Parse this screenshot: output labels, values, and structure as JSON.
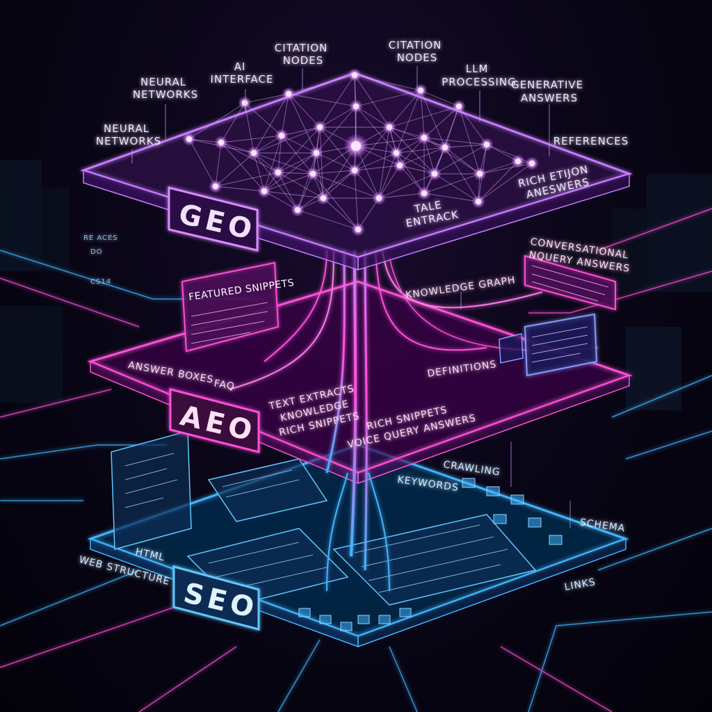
{
  "layers": {
    "geo": {
      "badge": "GEO",
      "labels": {
        "neural_networks_top": [
          "NEURAL",
          "NETWORKS"
        ],
        "neural_networks_left": [
          "NEURAL",
          "NETWORKS"
        ],
        "ai_interface": [
          "AI",
          "INTERFACE"
        ],
        "citation_nodes_a": [
          "CITATION",
          "NODES"
        ],
        "citation_nodes_b": [
          "CITATION",
          "NODES"
        ],
        "llm_processing": [
          "LLM",
          "PROCESSING"
        ],
        "generative_answers": [
          "GENERATIVE",
          "ANSWERS"
        ],
        "references": "REFERENCES",
        "rich_answers": [
          "RICH ETIJON",
          "ANESWERS"
        ],
        "tale_entrack": [
          "TALE",
          "ENTRACK"
        ]
      }
    },
    "aeo": {
      "badge": "AEO",
      "labels": {
        "featured_snippets": "FEATURED SNIPPETS",
        "answer_boxes": "ANSWER BOXES",
        "faq": "FAQ",
        "knowledge_graph": "KNOWLEDGE GRAPH",
        "conversational": [
          "CONVERSATIONAL",
          "NQUERY ANSWERS"
        ],
        "definitions": "DEFINITIONS",
        "text_extracts": [
          "TEXT EXTRACTS",
          "KNOWLEDGE",
          "RICH SNIPPETS"
        ],
        "rich_snippets_voice": [
          "RICH SNIPPETS",
          "VOICE QUERY ANSWERS"
        ]
      }
    },
    "seo": {
      "badge": "SEO",
      "labels": {
        "crawling": "CRAWLING",
        "keywords": "KEYWORDS",
        "schema": "SCHEMA",
        "html": "HTML",
        "web_structure": "WEB STRUCTURE",
        "links": "LINKS"
      }
    }
  },
  "side_text": [
    "RE ACES",
    "DO",
    "CS14"
  ],
  "colors": {
    "geo": "#c77dff",
    "aeo": "#ff4fd8",
    "seo": "#3fb6ff",
    "background": "#05030c"
  }
}
